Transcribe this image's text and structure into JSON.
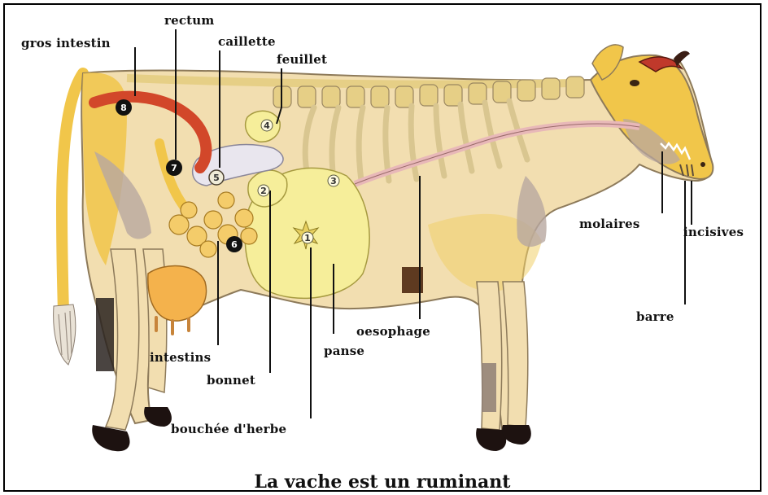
{
  "labels": {
    "gros_intestin": "gros intestin",
    "rectum": "rectum",
    "caillette": "caillette",
    "feuillet": "feuillet",
    "molaires": "molaires",
    "incisives": "incisives",
    "barre": "barre",
    "oesophage": "oesophage",
    "panse": "panse",
    "intestins": "intestins",
    "bonnet": "bonnet",
    "bouchee_herbe": "bouchée d'herbe"
  },
  "markers": [
    "1",
    "2",
    "3",
    "4",
    "5",
    "6",
    "7",
    "8"
  ],
  "caption": "La vache est un ruminant",
  "colors": {
    "body": "#f2deb0",
    "hide_yellow": "#f1c64a",
    "spine": "#e6cf86",
    "stomach": "#f6ee9a",
    "large_intestine": "#d2472a",
    "bones_grey": "#b8a7a0",
    "hoof": "#1d1210",
    "udder": "#f4b24c"
  }
}
